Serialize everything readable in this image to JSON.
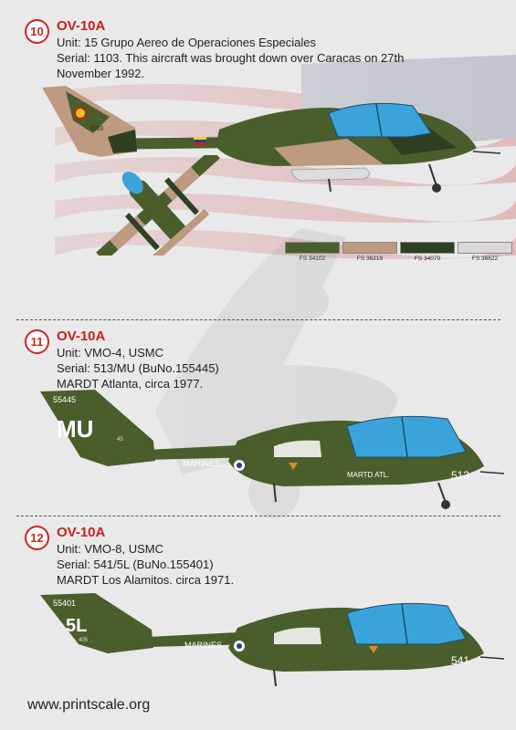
{
  "profiles": [
    {
      "number": "10",
      "type": "OV-10A",
      "lines": [
        "Unit: 15 Grupo Aereo de Operaciones Especiales",
        "Serial: 1103. This aircraft was brought down over Caracas on 27th",
        "November 1992."
      ],
      "tail_code": "1103"
    },
    {
      "number": "11",
      "type": "OV-10A",
      "lines": [
        "Unit: VMO-4, USMC",
        "Serial: 513/MU (BuNo.155445)",
        "MARDT Atlanta, circa 1977."
      ],
      "buno": "55445",
      "tail_code": "MU",
      "marines": "MARINES",
      "nose_text": "MARTD ATL.",
      "modex": "513",
      "small_tail": "45"
    },
    {
      "number": "12",
      "type": "OV-10A",
      "lines": [
        "Unit: VMO-8, USMC",
        "Serial: 541/5L (BuNo.155401)",
        "MARDT Los Alamitos. circa 1971."
      ],
      "buno": "55401",
      "tail_code": "5L",
      "marines": "MARINES",
      "modex": "541",
      "small_tail": "405"
    }
  ],
  "swatches": [
    {
      "label": "FS 34102",
      "color": "#4a5e2c"
    },
    {
      "label": "FS 36219",
      "color": "#bd9a80"
    },
    {
      "label": "FS 34079",
      "color": "#2f3f22"
    },
    {
      "label": "FS 36622",
      "color": "#d8d8d6"
    }
  ],
  "colors": {
    "accent_red": "#c8201a",
    "camo_green": "#4a5e2c",
    "camo_tan": "#bd9a80",
    "camo_dark": "#2f3f22",
    "canopy_blue": "#3aa4da"
  },
  "footer": {
    "website": "www.printscale.org"
  }
}
